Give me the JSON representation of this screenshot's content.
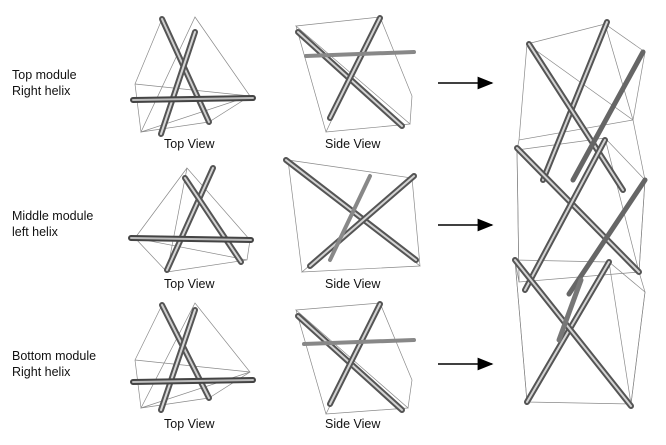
{
  "modules": [
    {
      "name_line1": "Top module",
      "name_line2": "Right helix",
      "top_caption": "Top View",
      "side_caption": "Side View"
    },
    {
      "name_line1": "Middle module",
      "name_line2": "left helix",
      "top_caption": "Top View",
      "side_caption": "Side View"
    },
    {
      "name_line1": "Bottom module",
      "name_line2": "Right helix",
      "top_caption": "Top View",
      "side_caption": "Side View"
    }
  ],
  "colors": {
    "rod": "#6e6e6e",
    "rod_highlight": "#d8d8d8",
    "cable": "#8a8a8a",
    "arrow": "#000000"
  }
}
